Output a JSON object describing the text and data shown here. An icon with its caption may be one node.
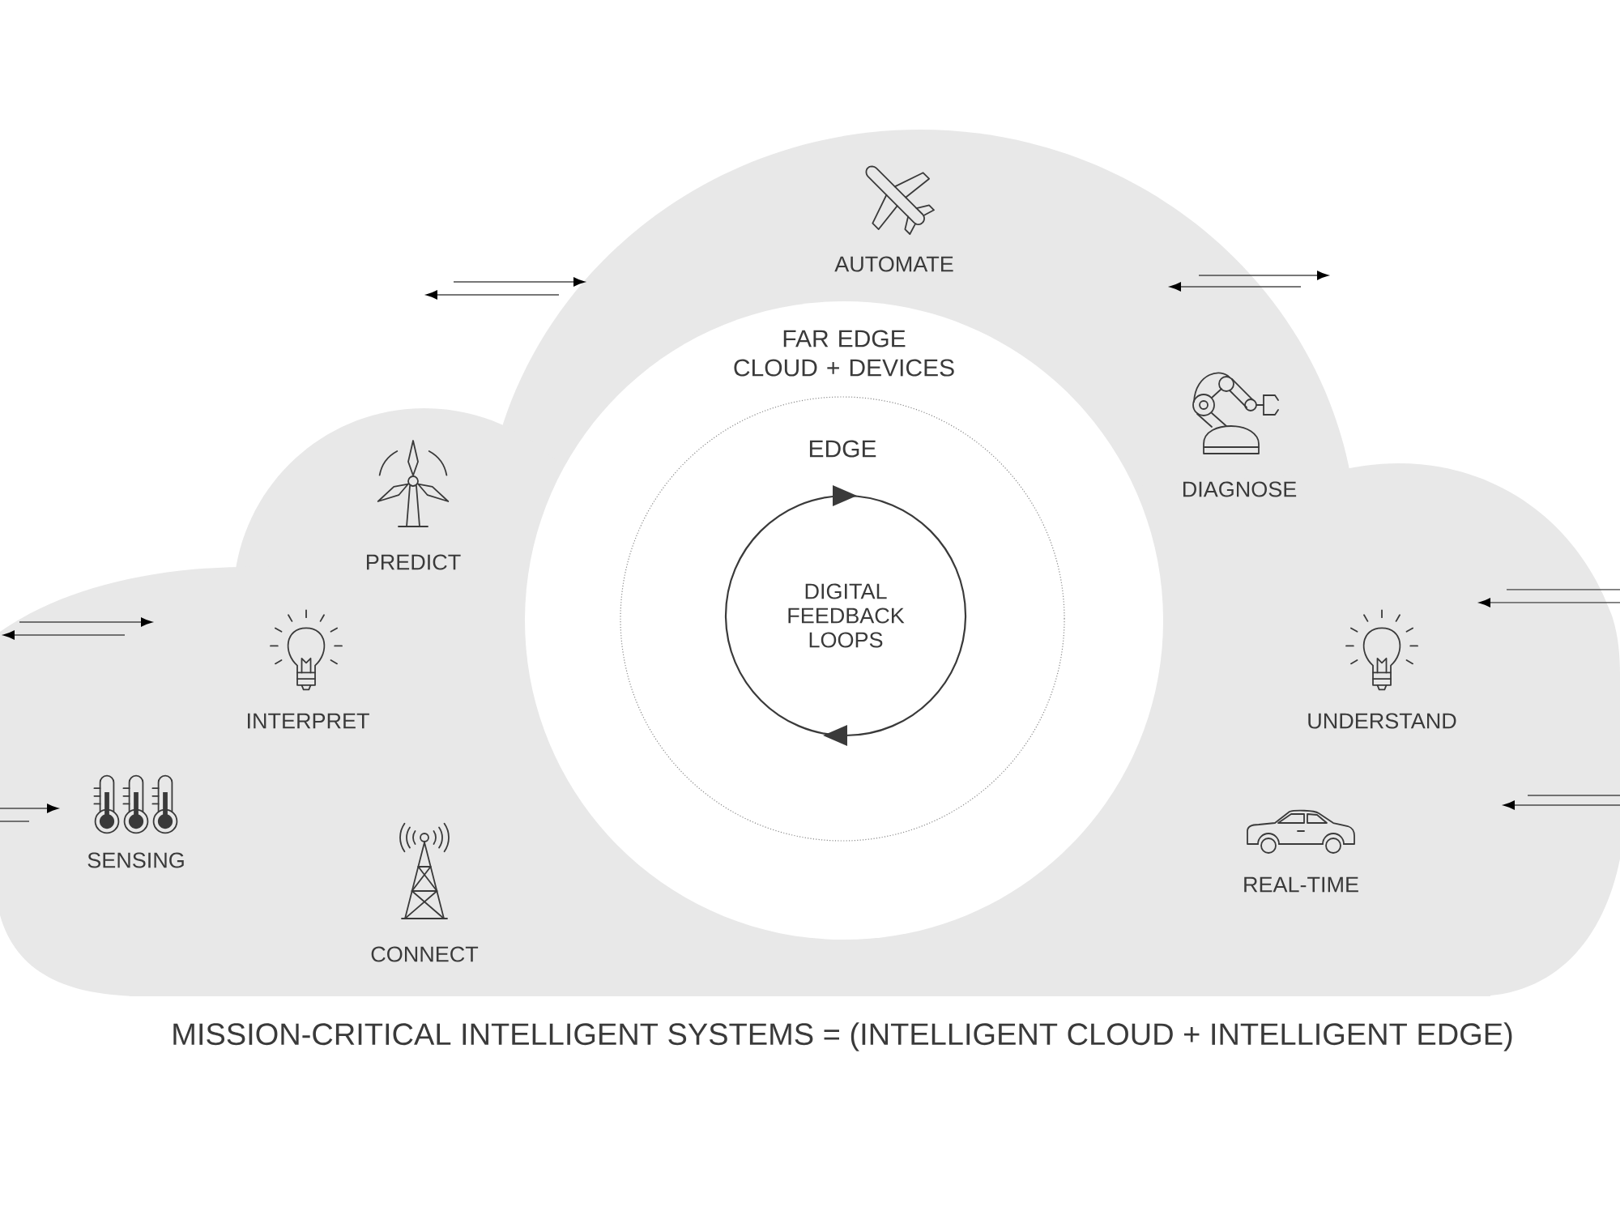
{
  "diagram": {
    "caption": "MISSION-CRITICAL INTELLIGENT SYSTEMS = (INTELLIGENT CLOUD + INTELLIGENT EDGE)",
    "nodes": [
      {
        "text": [],
        "shape": "cloud"
      },
      {
        "text": [
          "FAR EDGE CLOUD + DEVICES"
        ],
        "in": 0
      },
      {
        "text": [
          "EDGE"
        ],
        "in": 1
      },
      {
        "text": [
          "DIGITAL FEEDBACK LOOPS"
        ],
        "in": 2
      }
    ],
    "labels": [
      "AUTOMATE",
      "DIAGNOSE",
      "PREDICT",
      "INTERPRET",
      "UNDERSTAND",
      "SENSING",
      "REAL-TIME",
      "CONNECT"
    ]
  }
}
